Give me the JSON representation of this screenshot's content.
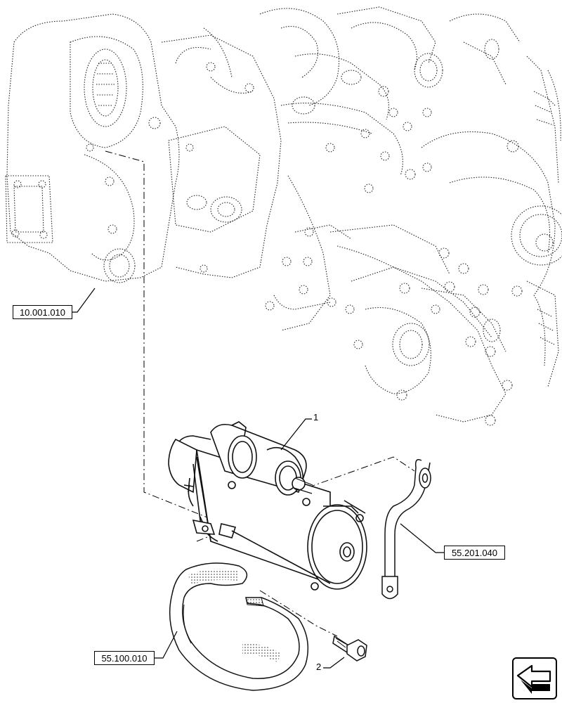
{
  "refs": {
    "engine_block": "10.001.010",
    "battery_cable": "55.201.040",
    "wiring_harness": "55.100.010"
  },
  "items": {
    "starter_motor": "1",
    "bolt": "2"
  },
  "icons": {
    "navigation": "back-arrow-icon"
  }
}
